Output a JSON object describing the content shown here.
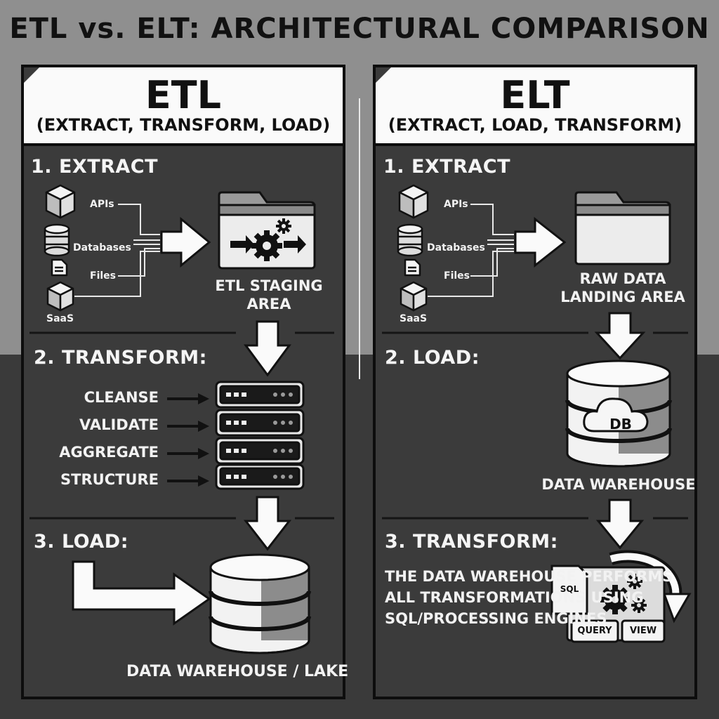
{
  "title": "ETL vs. ELT: ARCHITECTURAL COMPARISON",
  "etl": {
    "title": "ETL",
    "subtitle": "(EXTRACT, TRANSFORM, LOAD)",
    "step1": "1. EXTRACT",
    "sources": [
      "APIs",
      "Databases",
      "Files",
      "SaaS"
    ],
    "staging": "ETL STAGING AREA",
    "step2": "2. TRANSFORM:",
    "transforms": [
      "CLEANSE",
      "VALIDATE",
      "AGGREGATE",
      "STRUCTURE"
    ],
    "step3": "3. LOAD:",
    "destination": "DATA WAREHOUSE / LAKE"
  },
  "elt": {
    "title": "ELT",
    "subtitle": "(EXTRACT, LOAD, TRANSFORM)",
    "step1": "1. EXTRACT",
    "sources": [
      "APIs",
      "Databases",
      "Files",
      "SaaS"
    ],
    "landing": "RAW DATA LANDING AREA",
    "step2": "2. LOAD:",
    "db_label": "DB",
    "warehouse": "DATA WAREHOUSE",
    "step3": "3. TRANSFORM:",
    "description": "THE DATA WAREHOUSE PERFORMS ALL TRANSFORMATIONS USING SQL/PROCESSING ENGINES",
    "engine": {
      "sql": "SQL",
      "query": "QUERY",
      "view": "VIEW"
    }
  },
  "colors": {
    "panel": "#3b3b3b",
    "header": "#fafafa",
    "text": "#f2f2f2",
    "outline": "#0d0d0d"
  }
}
